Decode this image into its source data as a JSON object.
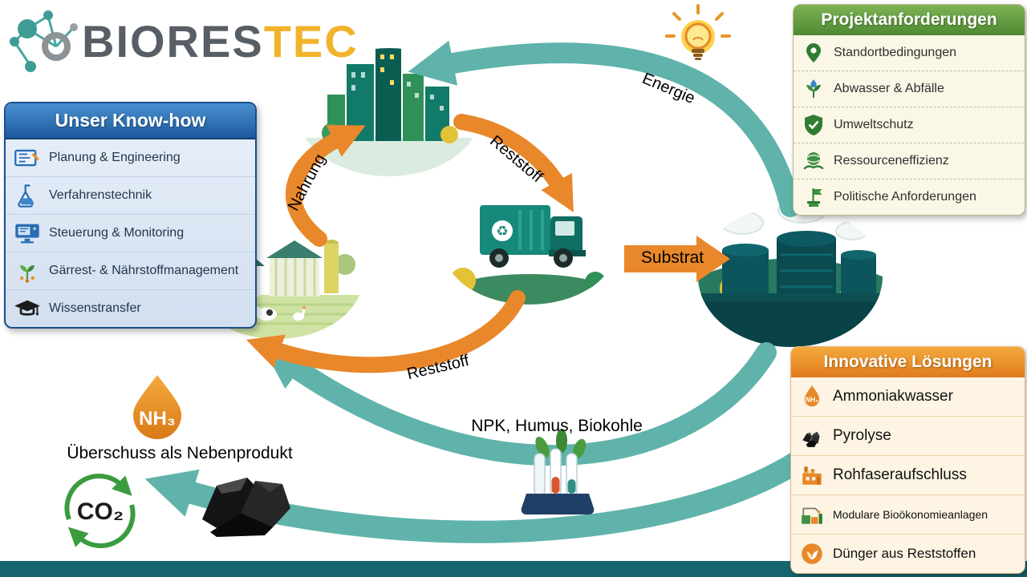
{
  "logo": {
    "primary": "BIORES",
    "secondary": "TEC"
  },
  "panels": {
    "know_how": {
      "title": "Unser Know-how",
      "items": [
        {
          "icon": "blueprint-icon",
          "label": "Planung & Engineering"
        },
        {
          "icon": "flask-icon",
          "label": "Verfahrenstechnik"
        },
        {
          "icon": "monitoring-icon",
          "label": "Steuerung & Monitoring"
        },
        {
          "icon": "sprout-icon",
          "label": "Gärrest- & Nährstoffmanagement"
        },
        {
          "icon": "graduation-cap-icon",
          "label": "Wissenstransfer"
        }
      ]
    },
    "project_requirements": {
      "title": "Projektanforderungen",
      "items": [
        {
          "icon": "location-pin-icon",
          "label": "Standortbedingungen"
        },
        {
          "icon": "wastewater-plant-icon",
          "label": "Abwasser & Abfälle"
        },
        {
          "icon": "shield-check-icon",
          "label": "Umweltschutz"
        },
        {
          "icon": "globe-hands-icon",
          "label": "Ressourceneffizienz"
        },
        {
          "icon": "policy-flag-icon",
          "label": "Politische Anforderungen"
        }
      ]
    },
    "innovative_solutions": {
      "title": "Innovative Lösungen",
      "items": [
        {
          "icon": "nh3-drop-icon",
          "label": "Ammoniakwasser"
        },
        {
          "icon": "coal-icon",
          "label": "Pyrolyse"
        },
        {
          "icon": "factory-icon",
          "label": "Rohfaseraufschluss"
        },
        {
          "icon": "modular-plant-icon",
          "label": "Modulare Bioökonomieanlagen"
        },
        {
          "icon": "fertilizer-icon",
          "label": "Dünger aus Reststoffen"
        }
      ]
    }
  },
  "flows": {
    "nahrung": "Nahrung",
    "reststoff_city_truck": "Reststoff",
    "substrat": "Substrat",
    "reststoff_truck_farm": "Reststoff",
    "energie": "Energie",
    "npk": "NPK, Humus, Biokohle",
    "surplus": "Überschuss als Nebenprodukt"
  },
  "chemicals": {
    "nh3": "NH₃",
    "co2": "CO₂"
  },
  "icons": {
    "recycle": "♻"
  },
  "illustrations": [
    "city-illustration",
    "farm-illustration",
    "waste-truck-illustration",
    "biogas-plant-illustration"
  ],
  "colors": {
    "teal_arrow": "#5fb3aa",
    "orange_arrow": "#e8882b",
    "know_how_header": "#1d5a9e",
    "requirements_header": "#4e8a33",
    "solutions_header": "#e07c1c",
    "footer_bar": "#15656f",
    "logo_gray": "#585e66",
    "logo_yellow": "#f2b32b"
  }
}
